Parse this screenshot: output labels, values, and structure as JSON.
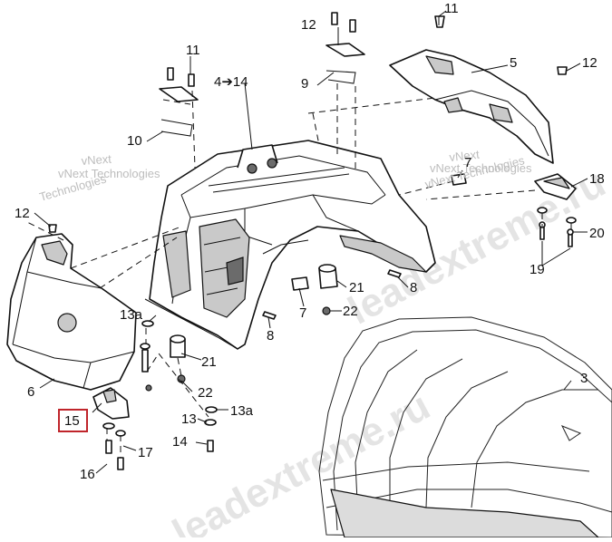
{
  "callouts": {
    "c1": "11",
    "c2": "12",
    "c3": "11",
    "c4": "4➔14",
    "c5": "9",
    "c6": "5",
    "c7": "12",
    "c8": "10",
    "c9": "7",
    "c10": "18",
    "c11": "12",
    "c12": "20",
    "c13": "19",
    "c14": "8",
    "c15": "21",
    "c16": "7",
    "c17": "22",
    "c18": "13a",
    "c19": "8",
    "c20": "3",
    "c21": "6",
    "c22": "21",
    "c23": "22",
    "c24": "13a",
    "c25": "13",
    "c26": "15",
    "c27": "14",
    "c28": "17",
    "c29": "16"
  },
  "watermarks": {
    "w1": "vNext",
    "w2": "vNext Technologies",
    "w3": "vNext Technologies",
    "w4": "vNext",
    "w5": "Technologies",
    "w6": "vNext Technologies",
    "w7": "leadextreme.ru",
    "w8": "leadextreme.ru"
  },
  "highlight_color": "#c0252b"
}
